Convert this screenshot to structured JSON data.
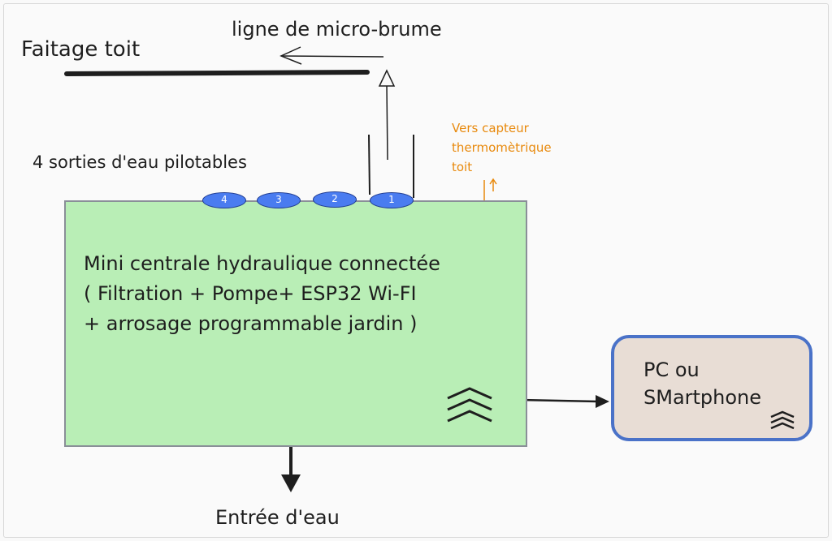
{
  "labels": {
    "roof": "Faitage toit",
    "mist_line": "ligne de micro-brume",
    "outlets": "4 sorties d'eau pilotables",
    "sensor": [
      "Vers capteur",
      "thermomètrique",
      "toit"
    ],
    "water_inlet": "Entrée d'eau"
  },
  "unit": {
    "title_lines": [
      "Mini centrale hydraulique connectée",
      "( Filtration + Pompe+ ESP32 Wi-FI",
      "+ arrosage programmable jardin )"
    ],
    "outlets": [
      "4",
      "3",
      "2",
      "1"
    ]
  },
  "device": {
    "title_lines": [
      "PC ou",
      "SMartphone"
    ]
  },
  "icons": {
    "unit_wifi": "wifi-icon",
    "device_wifi": "wifi-icon"
  },
  "colors": {
    "unit_fill": "#b9eeb6",
    "unit_border": "#8a8f98",
    "device_fill": "#e8ddd5",
    "device_border": "#4a72c8",
    "outlet_fill": "#4a7cf0",
    "sensor_orange": "#e8890c",
    "ink": "#1e1e1e"
  }
}
